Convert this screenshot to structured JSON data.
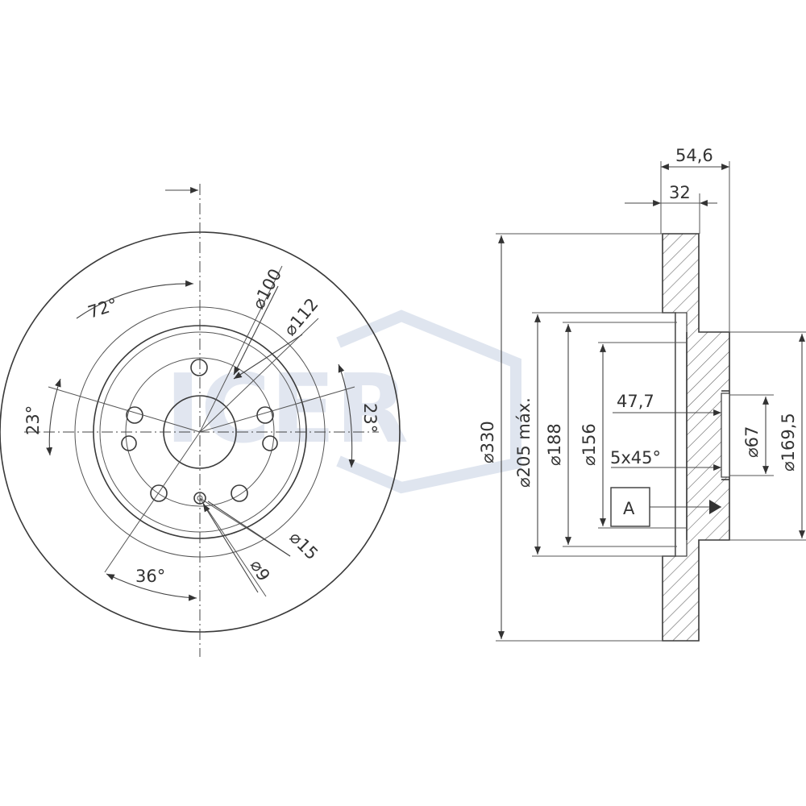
{
  "watermark": {
    "brand": "ICER",
    "color": "#c9d3e4"
  },
  "front_view": {
    "angle_top": "72°",
    "angle_left": "23°",
    "angle_right": "23°",
    "angle_bottom": "36°",
    "dia_100": "⌀100",
    "dia_112": "⌀112",
    "dia_15": "⌀15",
    "dia_9": "⌀9"
  },
  "side_view": {
    "width_total": "54,6",
    "width_disc": "32",
    "dia_330": "⌀330",
    "dia_205": "⌀205 máx.",
    "dia_188": "⌀188",
    "dia_156": "⌀156",
    "depth": "47,7",
    "chamfer": "5x45°",
    "datum": "A",
    "dia_67": "⌀67",
    "dia_169": "⌀169,5"
  },
  "colors": {
    "line": "#3a3a3a",
    "hatch": "#666666"
  }
}
